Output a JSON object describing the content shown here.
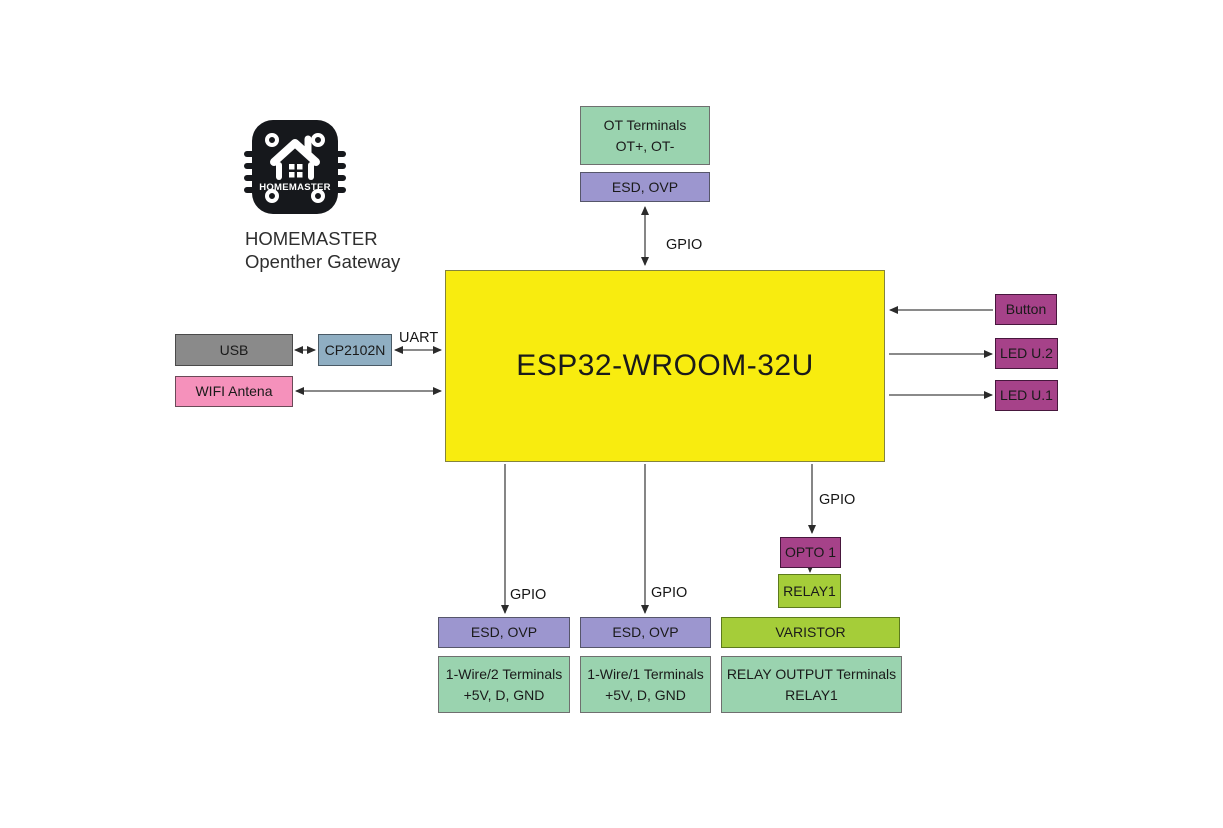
{
  "header": {
    "logo_label": "HOMEMASTER",
    "brand_line1": "HOMEMASTER",
    "brand_line2": "Openther Gateway"
  },
  "colors": {
    "mint_green": "#9AD3AF",
    "purple": "#9C96CF",
    "esp32_yellow": "#F8EC0F",
    "usb_gray": "#8A8A8A",
    "steel_blue": "#8FAEC2",
    "wifi_pink": "#F591BB",
    "magenta": "#A64289",
    "lime_green": "#A5CD39",
    "logo_black": "#16181C"
  },
  "blocks": {
    "ot_terminals": {
      "line1": "OT Terminals",
      "line2": "OT+, OT-"
    },
    "esd_ovp_top": {
      "label": "ESD, OVP"
    },
    "esp32": {
      "label": "ESP32-WROOM-32U"
    },
    "usb": {
      "label": "USB"
    },
    "cp2102n": {
      "label": "CP2102N"
    },
    "wifi_antenna": {
      "label": "WIFI Antena"
    },
    "button": {
      "label": "Button"
    },
    "led_u2": {
      "label": "LED U.2"
    },
    "led_u1": {
      "label": "LED U.1"
    },
    "esd_ovp_left": {
      "label": "ESD, OVP"
    },
    "esd_ovp_mid": {
      "label": "ESD, OVP"
    },
    "onewire2_terminals": {
      "line1": "1-Wire/2 Terminals",
      "line2": "+5V, D, GND"
    },
    "onewire1_terminals": {
      "line1": "1-Wire/1 Terminals",
      "line2": "+5V, D, GND"
    },
    "opto1": {
      "label": "OPTO 1"
    },
    "relay1": {
      "label": "RELAY1"
    },
    "varistor": {
      "label": "VARISTOR"
    },
    "relay_output_terminals": {
      "line1": "RELAY OUTPUT Terminals",
      "line2": "RELAY1"
    }
  },
  "connection_labels": {
    "uart": "UART",
    "gpio_top": "GPIO",
    "gpio_bottom_left": "GPIO",
    "gpio_bottom_mid": "GPIO",
    "gpio_relay": "GPIO"
  }
}
